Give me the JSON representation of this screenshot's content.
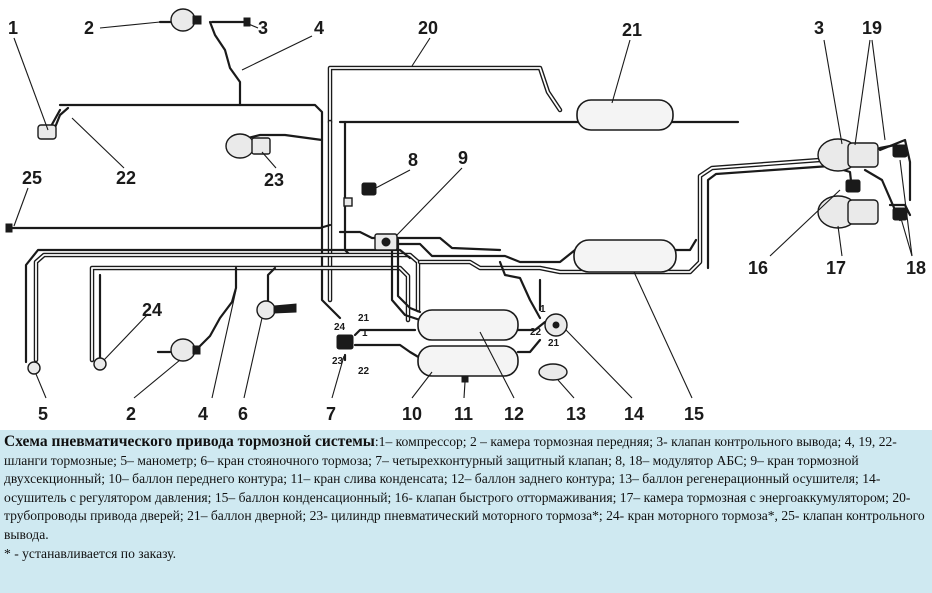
{
  "diagram": {
    "callouts": [
      {
        "id": "c1",
        "text": "1"
      },
      {
        "id": "c2a",
        "text": "2"
      },
      {
        "id": "c3a",
        "text": "3"
      },
      {
        "id": "c4a",
        "text": "4"
      },
      {
        "id": "c20",
        "text": "20"
      },
      {
        "id": "c21",
        "text": "21"
      },
      {
        "id": "c3b",
        "text": "3"
      },
      {
        "id": "c19",
        "text": "19"
      },
      {
        "id": "c22",
        "text": "22"
      },
      {
        "id": "c23",
        "text": "23"
      },
      {
        "id": "c25",
        "text": "25"
      },
      {
        "id": "c8",
        "text": "8"
      },
      {
        "id": "c9",
        "text": "9"
      },
      {
        "id": "c16",
        "text": "16"
      },
      {
        "id": "c17",
        "text": "17"
      },
      {
        "id": "c18",
        "text": "18"
      },
      {
        "id": "c24",
        "text": "24"
      },
      {
        "id": "c5",
        "text": "5"
      },
      {
        "id": "c2b",
        "text": "2"
      },
      {
        "id": "c4b",
        "text": "4"
      },
      {
        "id": "c6",
        "text": "6"
      },
      {
        "id": "c7",
        "text": "7"
      },
      {
        "id": "c10",
        "text": "10"
      },
      {
        "id": "c11",
        "text": "11"
      },
      {
        "id": "c12",
        "text": "12"
      },
      {
        "id": "c13",
        "text": "13"
      },
      {
        "id": "c14",
        "text": "14"
      },
      {
        "id": "c15",
        "text": "15"
      }
    ],
    "port_labels": [
      {
        "id": "p21a",
        "text": "21"
      },
      {
        "id": "p24",
        "text": "24"
      },
      {
        "id": "p1",
        "text": "1"
      },
      {
        "id": "p23",
        "text": "23"
      },
      {
        "id": "p22a",
        "text": "22"
      },
      {
        "id": "p1b",
        "text": "1"
      },
      {
        "id": "p22b",
        "text": "22"
      },
      {
        "id": "p21b",
        "text": "21"
      }
    ]
  },
  "caption": {
    "title": "Схема пневматического привода тормозной системы",
    "body": ":1– компрессор; 2 – камера тормозная передняя; 3- клапан контрольного вывода; 4, 19, 22- шланги тормозные; 5– манометр; 6– кран стояночного тормоза; 7– четырехконтурный защитный клапан; 8, 18– модулятор АБС; 9– кран тормозной двухсекционный; 10– баллон переднего контура; 11– кран слива конденсата; 12– баллон заднего контура; 13– баллон регенерационный осушителя; 14- осушитель с регулятором давления; 15– баллон конденсационный; 16- клапан быстрого оттормаживания; 17– камера тормозная с энергоаккумулятором; 20- трубопроводы привода дверей; 21– баллон дверной; 23- цилиндр пневматический моторного тормоза*; 24- кран моторного тормоза*, 25- клапан контрольного вывода.",
    "note": "* - устанавливается по заказу."
  }
}
